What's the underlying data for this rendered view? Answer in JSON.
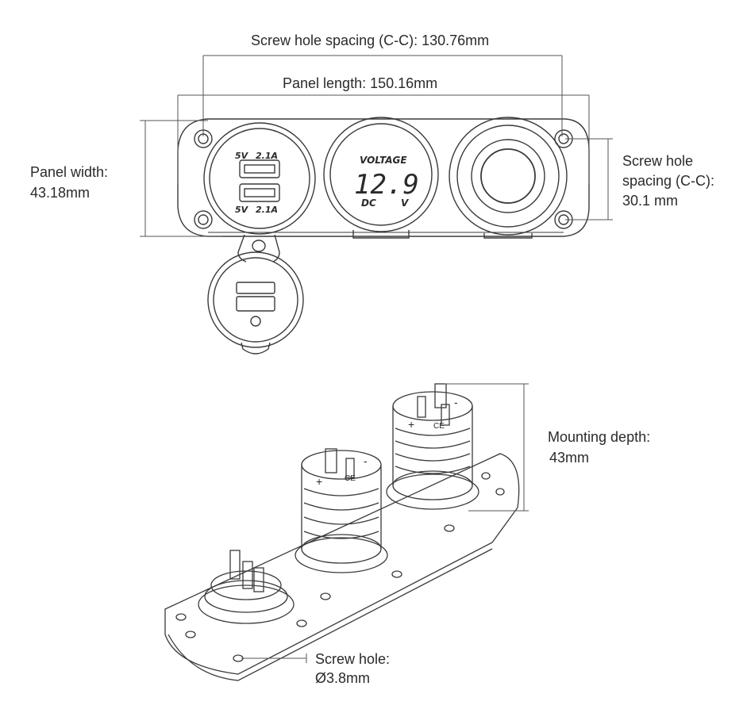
{
  "dimensions": {
    "screw_spacing_length": "Screw hole spacing (C-C): 130.76mm",
    "panel_length": "Panel length: 150.16mm",
    "panel_width_l1": "Panel width:",
    "panel_width_l2": "43.18mm",
    "screw_spacing_width_l1": "Screw hole",
    "screw_spacing_width_l2": "spacing (C-C):",
    "screw_spacing_width_l3": "30.1 mm",
    "mounting_depth_l1": "Mounting depth:",
    "mounting_depth_l2": "43mm",
    "screw_hole_l1": "Screw hole:",
    "screw_hole_l2": "Ø3.8mm"
  },
  "device": {
    "usb_top_voltage": "5V",
    "usb_top_current": "2.1A",
    "usb_bottom_voltage": "5V",
    "usb_bottom_current": "2.1A",
    "voltmeter_title": "VOLTAGE",
    "voltmeter_reading": "12.9",
    "voltmeter_dc": "DC",
    "voltmeter_unit": "V",
    "terminal_plus": "+",
    "terminal_minus": "-",
    "ce_mark": "CE"
  },
  "colors": {
    "line": "#3a3a3a",
    "dim_line": "#555555",
    "text": "#2a2a2a"
  }
}
